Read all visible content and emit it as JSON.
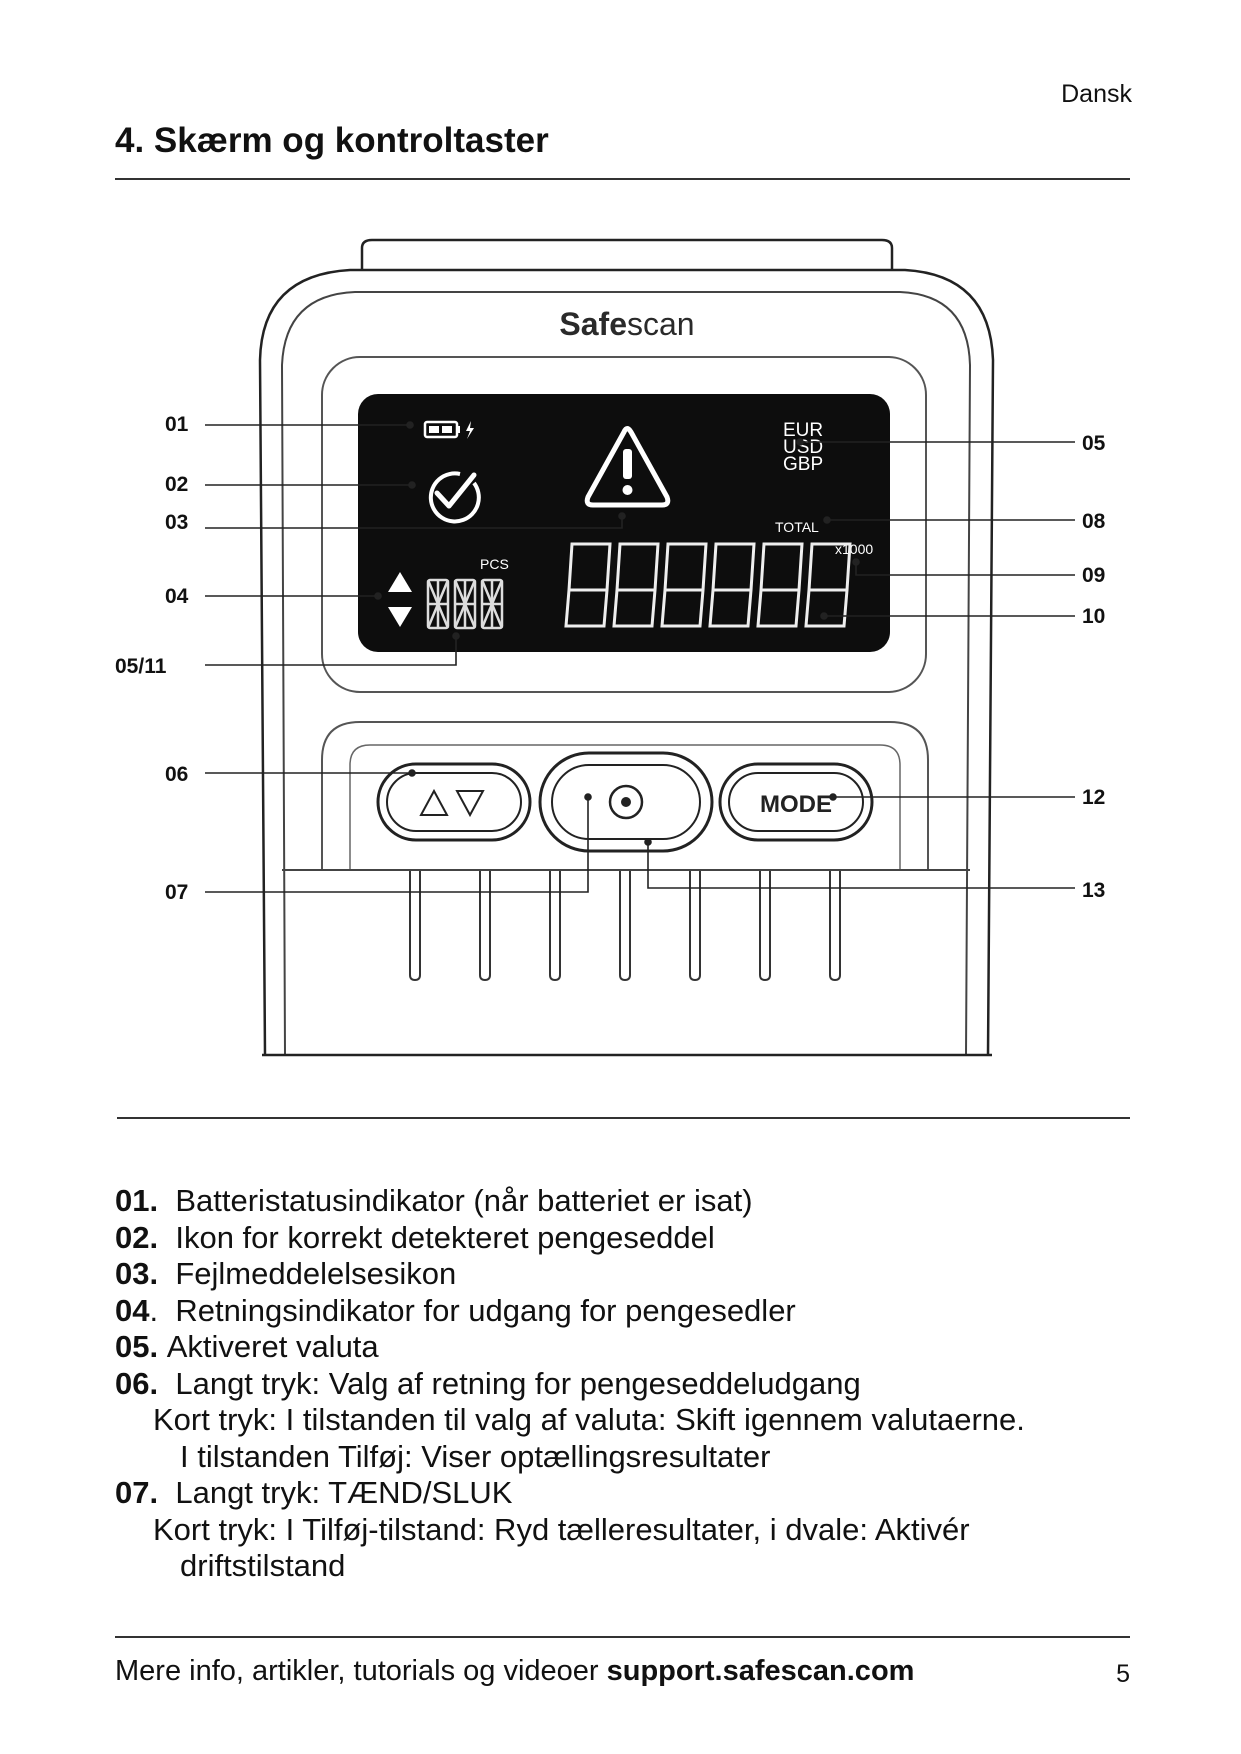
{
  "header": {
    "language": "Dansk",
    "title": "4. Skærm og kontroltaster"
  },
  "device": {
    "brand_bold": "Safe",
    "brand_regular": "scan",
    "currencies": [
      "EUR",
      "USD",
      "GBP"
    ],
    "total_label": "TOTAL",
    "multiplier_label": "x1000",
    "pcs_label": "PCS",
    "mode_button": "MODE"
  },
  "callouts": {
    "c01": "01",
    "c02": "02",
    "c03": "03",
    "c04": "04",
    "c0511": "05/11",
    "c06": "06",
    "c07": "07",
    "c05": "05",
    "c08": "08",
    "c09": "09",
    "c10": "10",
    "c12": "12",
    "c13": "13"
  },
  "legend": [
    {
      "num": "01.",
      "text": "Batteristatusindikator (når batteriet er isat)"
    },
    {
      "num": "02.",
      "text": "Ikon for korrekt detekteret pengeseddel"
    },
    {
      "num": "03.",
      "text": "Fejlmeddelelsesikon"
    },
    {
      "num": "04",
      "sep": ".",
      "text": "Retningsindikator for udgang for pengesedler"
    },
    {
      "num": "05.",
      "text": "Aktiveret valuta"
    },
    {
      "num": "06.",
      "text": "Langt tryk: Valg af retning for pengeseddeludgang"
    },
    {
      "text": "Kort tryk: I tilstanden til valg af valuta: Skift igennem valutaerne."
    },
    {
      "text": "I tilstanden Tilføj: Viser optællingsresultater"
    },
    {
      "num": "07.",
      "text": "Langt tryk: TÆND/SLUK"
    },
    {
      "text": "Kort tryk: I Tilføj-tilstand: Ryd tælleresultater, i dvale: Aktivér"
    },
    {
      "text": "driftstilstand"
    }
  ],
  "footer": {
    "text": "Mere info, artikler, tutorials og videoer ",
    "link": "support.safescan.com",
    "page": "5"
  }
}
